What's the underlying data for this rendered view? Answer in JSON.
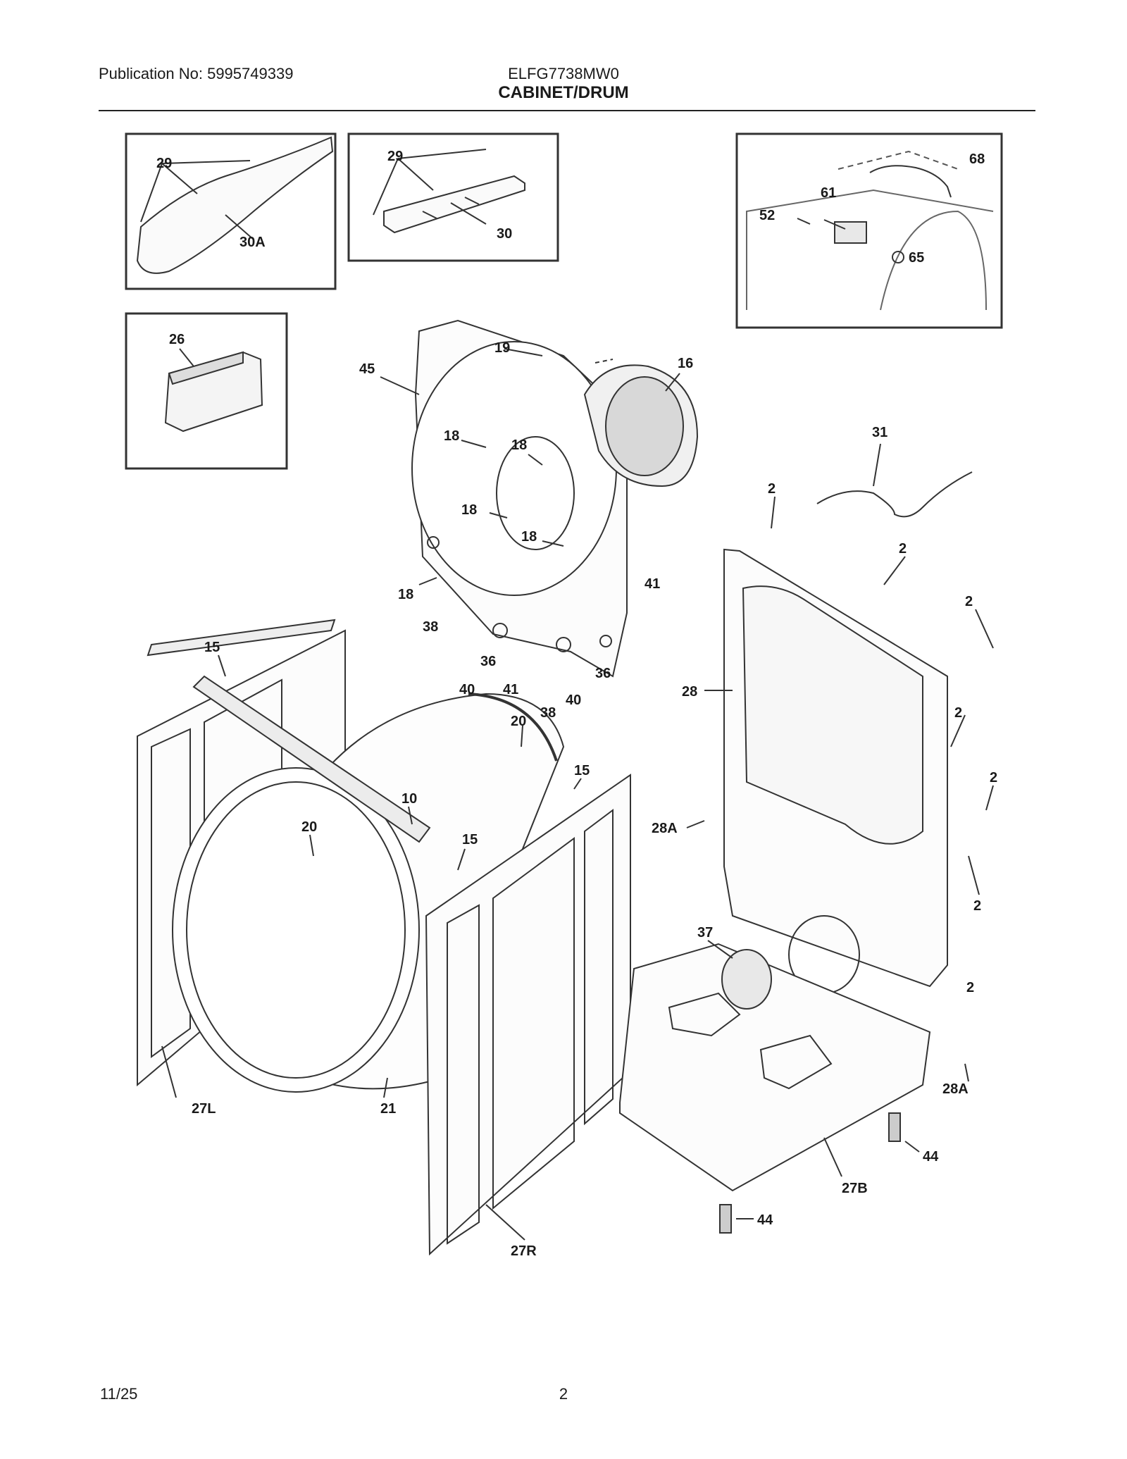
{
  "header": {
    "publication": "Publication No: 5995749339",
    "model": "ELFG7738MW0",
    "section": "CABINET/DRUM"
  },
  "footer": {
    "date": "11/25",
    "page": "2"
  },
  "callouts": [
    "29",
    "30A",
    "29",
    "30",
    "68",
    "61",
    "52",
    "65",
    "26",
    "19",
    "45",
    "16",
    "31",
    "18",
    "18",
    "18",
    "18",
    "18",
    "2",
    "2",
    "41",
    "2",
    "38",
    "36",
    "15",
    "40",
    "41",
    "38",
    "40",
    "36",
    "28",
    "2",
    "20",
    "15",
    "10",
    "2",
    "20",
    "15",
    "28A",
    "2",
    "37",
    "2",
    "28A",
    "27L",
    "21",
    "44",
    "27B",
    "44",
    "27R"
  ]
}
